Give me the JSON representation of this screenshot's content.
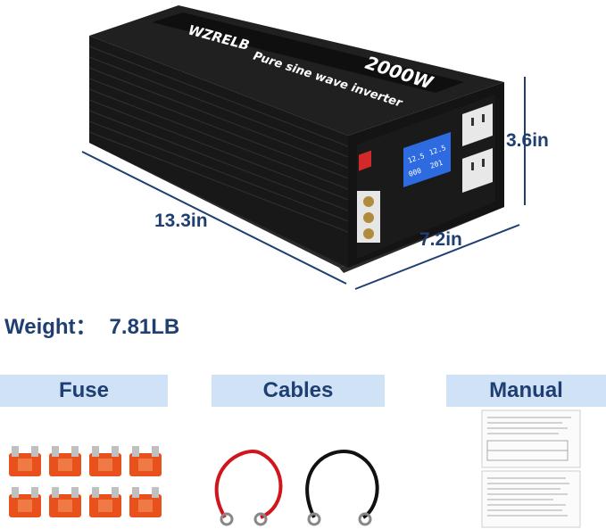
{
  "product": {
    "brand": "WZRELB",
    "model_text": "2000W",
    "subtitle": "Pure sine wave inverter",
    "display_values": [
      "12.5",
      "12.5",
      "000",
      "201"
    ],
    "dimensions": {
      "length": "13.3in",
      "width": "7.2in",
      "height": "3.6in"
    }
  },
  "weight": {
    "label": "Weight",
    "separator": "：",
    "value": "7.81LB"
  },
  "accessories": {
    "fuse_label": "Fuse",
    "cables_label": "Cables",
    "manual_label": "Manual"
  },
  "colors": {
    "label_blue": "#1f3f73",
    "tag_background": "#cfe2f6",
    "inverter_body": "#1c1c1c",
    "fuse_orange": "#e8501c",
    "cable_red": "#d0151c"
  }
}
